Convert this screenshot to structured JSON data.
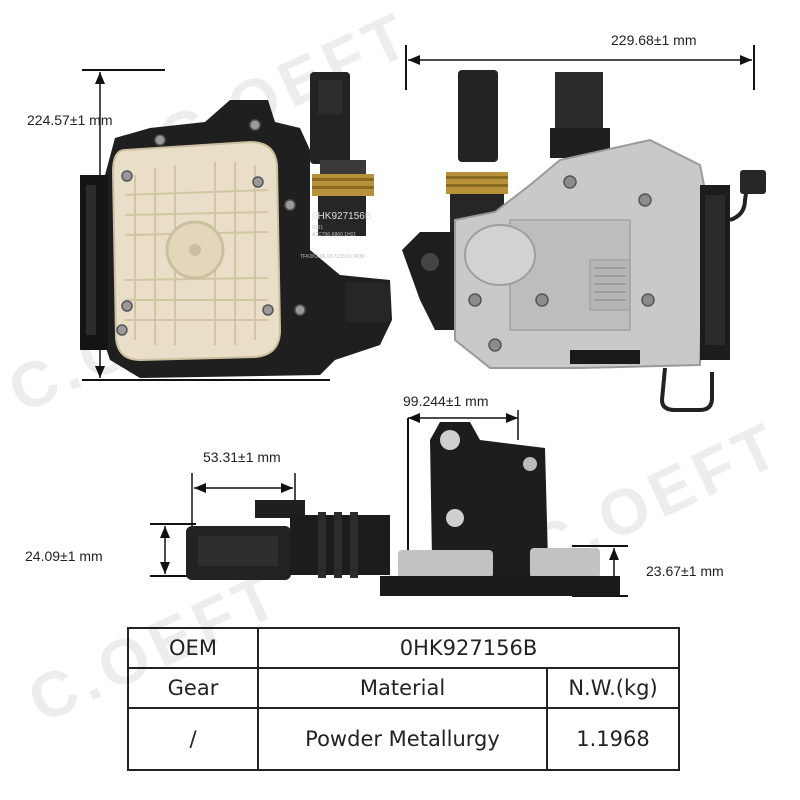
{
  "dimensions": {
    "top_left_height": "224.57±1 mm",
    "top_right_width": "229.68±1 mm",
    "bottom_top_width": "99.244±1 mm",
    "bottom_connector_width": "53.31±1 mm",
    "bottom_left_height": "24.09±1 mm",
    "bottom_right_height": "23.67±1 mm"
  },
  "part_label": {
    "part_no": "0HK927156B",
    "line2": "0161",
    "line3": "A2C796-6860 1H01",
    "line4": "TFK0K2 06.03 7133 01 0439"
  },
  "watermark": "C.OEFT",
  "spec_table": {
    "oem_label": "OEM",
    "oem_value": "0HK927156B",
    "gear_label": "Gear",
    "material_label": "Material",
    "weight_label": "N.W.(kg)",
    "gear_value": "/",
    "material_value": "Powder Metallurgy",
    "weight_value": "1.1968"
  },
  "colors": {
    "plastic_black": "#1e1e1e",
    "cover_cream": "#e9dfc8",
    "aluminum": "#c9c9c9",
    "brass": "#b8923a"
  }
}
